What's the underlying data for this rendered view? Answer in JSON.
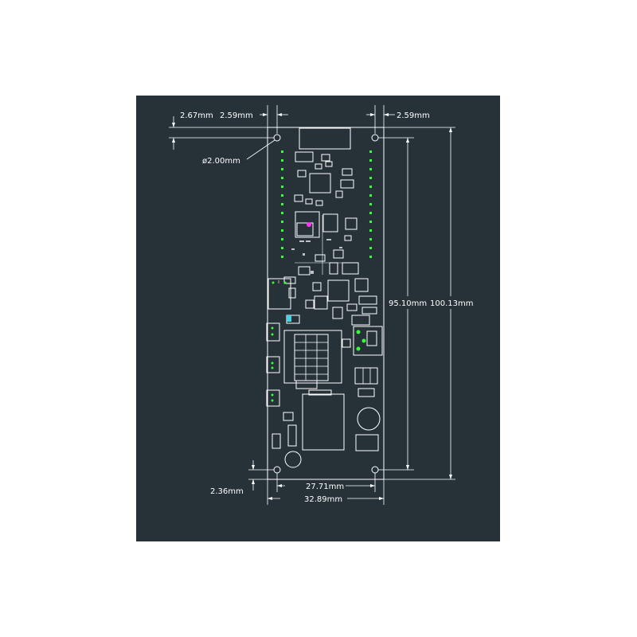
{
  "drawing": {
    "background_color": "#263238",
    "line_color": "#ffffff",
    "pad_color": "#33ff33",
    "highlight_color": "#ff33ff",
    "dimensions": {
      "top_left_offset": "2.67mm",
      "top_left_inset": "2.59mm",
      "top_right_inset": "2.59mm",
      "hole_diameter": "ø2.00mm",
      "bottom_left_offset": "2.36mm",
      "hole_spacing_height": "95.10mm",
      "board_height": "100.13mm",
      "hole_spacing_width": "27.71mm",
      "board_width": "32.89mm"
    }
  }
}
